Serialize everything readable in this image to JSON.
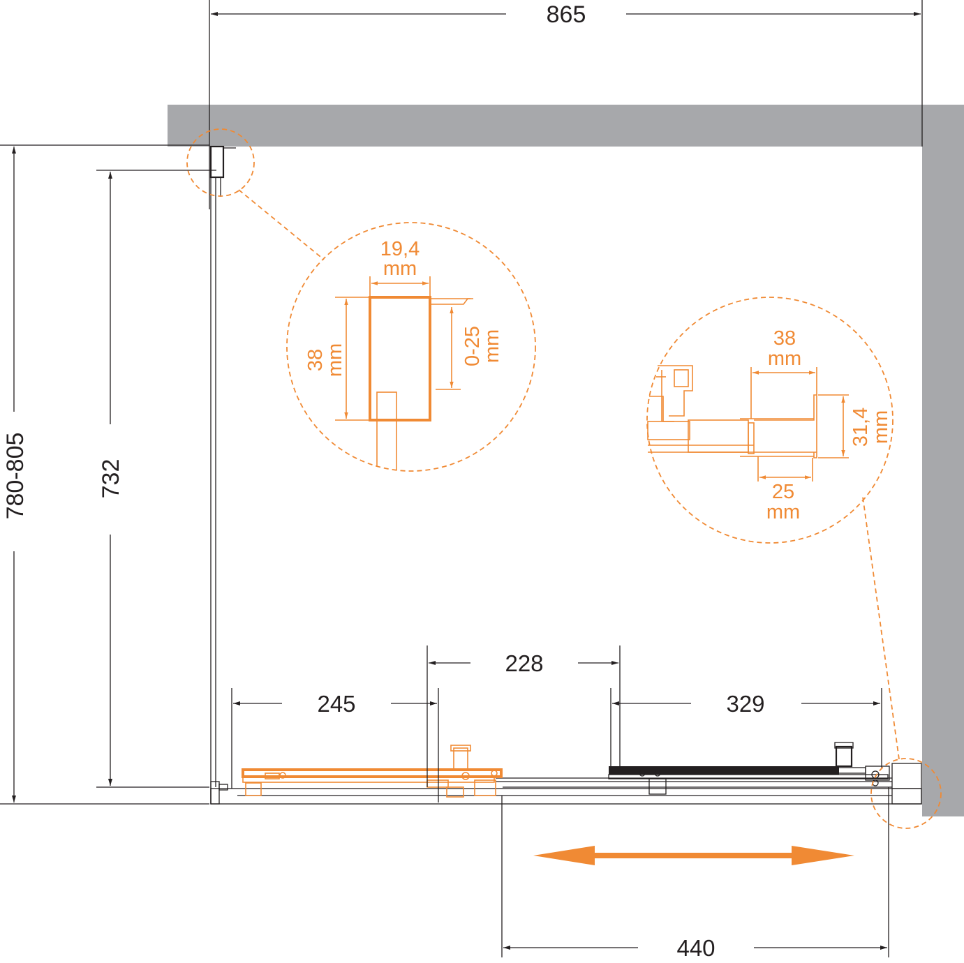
{
  "colors": {
    "wall": "#a7a8ab",
    "line": "#231f20",
    "accent": "#f08a34"
  },
  "dimensions": {
    "top_width": "865",
    "left_depth": "780-805",
    "inner_depth": "732",
    "door_span": "228",
    "left_panel": "245",
    "right_panel": "329",
    "opening": "440"
  },
  "detail_left": {
    "width_value": "19,4",
    "width_unit": "mm",
    "height_value": "38",
    "height_unit": "mm",
    "adjust_value": "0-25",
    "adjust_unit": "mm"
  },
  "detail_right": {
    "width_value": "38",
    "width_unit": "mm",
    "height_value": "31,4",
    "height_unit": "mm",
    "inner_value": "25",
    "inner_unit": "mm"
  },
  "icons": {
    "sliding_direction": "double-arrow-icon"
  }
}
